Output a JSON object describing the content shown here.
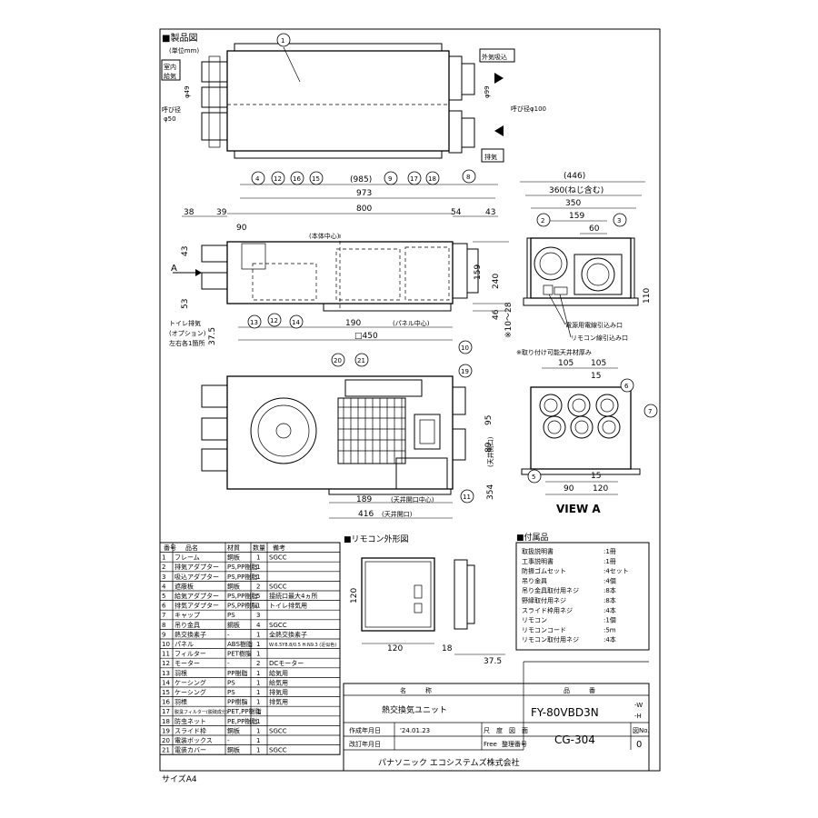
{
  "labels": {
    "product_drawing": "■製品図",
    "unit": "(単位mm)",
    "indoor_supply_1": "室内",
    "indoor_supply_2": "給気",
    "nominal_dia_1": "呼び径",
    "nominal_dia_50": "φ50",
    "dia49": "φ49",
    "outside_intake": "外気吸込",
    "dia99": "φ99",
    "nominal_dia_100": "呼び径φ100",
    "exhaust": "排気",
    "body_center": "(本体中心)",
    "toilet_1": "トイレ排気",
    "toilet_2": "(オプション)",
    "toilet_3": "左右各1箇所",
    "panel_center": "(パネル中心)",
    "panel_size": "□450",
    "cable_power": "電源用電線引込み口",
    "cable_remote": "リモコン線引込み口",
    "ceiling_note": "※取り付け可能天井材厚み",
    "ceiling_open_center": "(天井開口中心)",
    "ceiling_open": "(天井開口)",
    "ceiling_354": "(天井開口)",
    "view_a": "VIEW A",
    "arrow_a": "A",
    "remote_outline": "■リモコン外形図",
    "accessories_title": "■付属品",
    "size": "サイズA4"
  },
  "dims": {
    "d985": "(985)",
    "d973": "973",
    "d800": "800",
    "d38": "38",
    "d39": "39",
    "d90": "90",
    "d54": "54",
    "d43a": "43",
    "d43b": "43",
    "d53": "53",
    "d240": "240",
    "d159": "159",
    "d46": "46",
    "d37_5": "37.5",
    "d190": "190",
    "d10_28": "※10〜28",
    "d446": "(446)",
    "d360": "360(ねじ含む)",
    "d350": "350",
    "d159b": "159",
    "d60": "60",
    "d110": "110",
    "d105a": "105",
    "d105b": "105",
    "d15a": "15",
    "d95": "95",
    "d89": "89",
    "d15b": "15",
    "d90b": "90",
    "d120": "120",
    "d354": "354",
    "d189": "189",
    "d416": "416",
    "r120w": "120",
    "r120h": "120",
    "r18": "18",
    "r37_5": "37.5"
  },
  "balloons": [
    "1",
    "2",
    "3",
    "4",
    "5",
    "6",
    "7",
    "8",
    "9",
    "10",
    "11",
    "12",
    "13",
    "14",
    "15",
    "16",
    "17",
    "18",
    "19",
    "20",
    "21"
  ],
  "parts_header": [
    "番号",
    "品名",
    "材質",
    "数量",
    "備考"
  ],
  "parts": [
    [
      "1",
      "フレーム",
      "鋼板",
      "1",
      "SGCC"
    ],
    [
      "2",
      "排気アダプター",
      "PS,PP樹脂",
      "1",
      ""
    ],
    [
      "3",
      "吸込アダプター",
      "PS,PP樹脂",
      "1",
      ""
    ],
    [
      "4",
      "遮蔽板",
      "鋼板",
      "2",
      "SGCC"
    ],
    [
      "5",
      "給気アダプター",
      "PS,PP樹脂",
      "5",
      "接続口最大4ヵ所"
    ],
    [
      "6",
      "排気アダプター",
      "PS,PP樹脂",
      "1",
      "トイレ排気用"
    ],
    [
      "7",
      "キャップ",
      "PS",
      "3",
      ""
    ],
    [
      "8",
      "吊り金具",
      "鋼板",
      "4",
      "SGCC"
    ],
    [
      "9",
      "熱交換素子",
      "-",
      "1",
      "全熱交換素子"
    ],
    [
      "10",
      "パネル",
      "ABS樹脂",
      "1",
      "W:6.5Y8.8/0.5 H:N9.3 (近似色)"
    ],
    [
      "11",
      "フィルター",
      "PET樹脂",
      "1",
      ""
    ],
    [
      "12",
      "モーター",
      "-",
      "2",
      "DCモーター"
    ],
    [
      "13",
      "羽根",
      "PP樹脂",
      "1",
      "給気用"
    ],
    [
      "14",
      "ケーシング",
      "PS",
      "1",
      "給気用"
    ],
    [
      "15",
      "ケーシング",
      "PS",
      "1",
      "排気用"
    ],
    [
      "16",
      "羽根",
      "PP樹脂",
      "1",
      "排気用"
    ],
    [
      "17",
      "脱臭フィルター(脱硫成分)",
      "PET,PP樹脂",
      "1",
      ""
    ],
    [
      "18",
      "防虫ネット",
      "PE,PP樹脂",
      "1",
      ""
    ],
    [
      "19",
      "スライド枠",
      "鋼板",
      "1",
      "SGCC"
    ],
    [
      "20",
      "電装ボックス",
      "-",
      "1",
      ""
    ],
    [
      "21",
      "電装カバー",
      "鋼板",
      "1",
      "SGCC"
    ]
  ],
  "accessories": [
    [
      "取扱説明書",
      "1冊"
    ],
    [
      "工事説明書",
      "1冊"
    ],
    [
      "防振ゴムセット",
      "4セット"
    ],
    [
      "吊り金具",
      "4個"
    ],
    [
      "吊り金具取付用ネジ",
      "8本"
    ],
    [
      "野縁取付用ネジ",
      "8本"
    ],
    [
      "スライド枠用ネジ",
      "4本"
    ],
    [
      "リモコン",
      "1個"
    ],
    [
      "リモコンコード",
      "5m"
    ],
    [
      "リモコン取付用ネジ",
      "4本"
    ]
  ],
  "title_block": {
    "name_header": "名　　　称",
    "number_header": "品　　　番",
    "name": "熱交換気ユニット",
    "model": "FY-80VBD3N",
    "suffix_w": "-W",
    "suffix_h": "-H",
    "created_label": "作成年月日",
    "created_date": "'24.01.23",
    "scale_label": "尺　度",
    "scale": "Free",
    "drawing_label": "図　面",
    "revised_label": "改訂年月日",
    "ref_label": "整理番号",
    "drawing_no": "CG-304",
    "no_label": "図No.",
    "no": "0",
    "company": "パナソニック エコシステムズ株式会社"
  }
}
